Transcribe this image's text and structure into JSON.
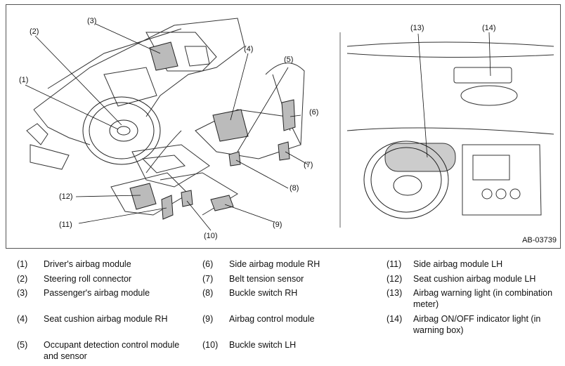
{
  "figure": {
    "id": "AB-03739",
    "callouts": {
      "c1": "(1)",
      "c2": "(2)",
      "c3": "(3)",
      "c4": "(4)",
      "c5": "(5)",
      "c6": "(6)",
      "c7": "(7)",
      "c8": "(8)",
      "c9": "(9)",
      "c10": "(10)",
      "c11": "(11)",
      "c12": "(12)",
      "c13": "(13)",
      "c14": "(14)"
    }
  },
  "legend": [
    {
      "num": "(1)",
      "text": "Driver's airbag module"
    },
    {
      "num": "(2)",
      "text": "Steering roll connector"
    },
    {
      "num": "(3)",
      "text": "Passenger's airbag module"
    },
    {
      "num": "(4)",
      "text": "Seat cushion airbag module RH"
    },
    {
      "num": "(5)",
      "text": "Occupant detection control module and sensor"
    },
    {
      "num": "(6)",
      "text": "Side airbag module RH"
    },
    {
      "num": "(7)",
      "text": "Belt tension sensor"
    },
    {
      "num": "(8)",
      "text": "Buckle switch RH"
    },
    {
      "num": "(9)",
      "text": "Airbag control module"
    },
    {
      "num": "(10)",
      "text": "Buckle switch LH"
    },
    {
      "num": "(11)",
      "text": "Side airbag module LH"
    },
    {
      "num": "(12)",
      "text": "Seat cushion airbag module LH"
    },
    {
      "num": "(13)",
      "text": "Airbag warning light (in combination meter)"
    },
    {
      "num": "(14)",
      "text": "Airbag ON/OFF indicator light (in warning box)"
    }
  ]
}
